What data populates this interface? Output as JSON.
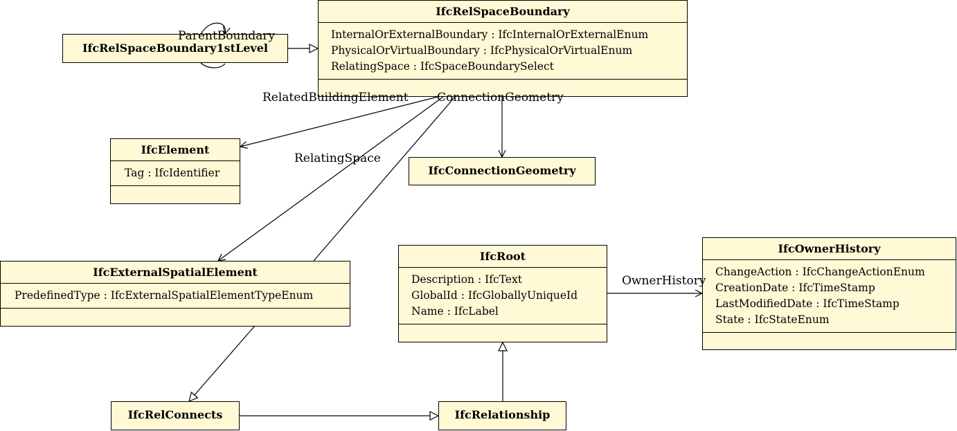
{
  "classes": {
    "relSpaceBoundary": {
      "name": "IfcRelSpaceBoundary",
      "attributes": [
        "InternalOrExternalBoundary : IfcInternalOrExternalEnum",
        "PhysicalOrVirtualBoundary : IfcPhysicalOrVirtualEnum",
        "RelatingSpace : IfcSpaceBoundarySelect"
      ]
    },
    "relSpaceBoundary1stLevel": {
      "name": "IfcRelSpaceBoundary1stLevel"
    },
    "element": {
      "name": "IfcElement",
      "attributes": [
        "Tag : IfcIdentifier"
      ]
    },
    "connectionGeometry": {
      "name": "IfcConnectionGeometry"
    },
    "externalSpatialElement": {
      "name": "IfcExternalSpatialElement",
      "attributes": [
        "PredefinedType : IfcExternalSpatialElementTypeEnum"
      ]
    },
    "root": {
      "name": "IfcRoot",
      "attributes": [
        "Description : IfcText",
        "GlobalId : IfcGloballyUniqueId",
        "Name : IfcLabel"
      ]
    },
    "ownerHistory": {
      "name": "IfcOwnerHistory",
      "attributes": [
        "ChangeAction : IfcChangeActionEnum",
        "CreationDate : IfcTimeStamp",
        "LastModifiedDate : IfcTimeStamp",
        "State : IfcStateEnum"
      ]
    },
    "relConnects": {
      "name": "IfcRelConnects"
    },
    "relationship": {
      "name": "IfcRelationship"
    }
  },
  "associations": {
    "parentBoundary": "ParentBoundary",
    "relatedBuildingElement": "RelatedBuildingElement",
    "connectionGeometry": "ConnectionGeometry",
    "relatingSpace": "RelatingSpace",
    "ownerHistory": "OwnerHistory"
  }
}
